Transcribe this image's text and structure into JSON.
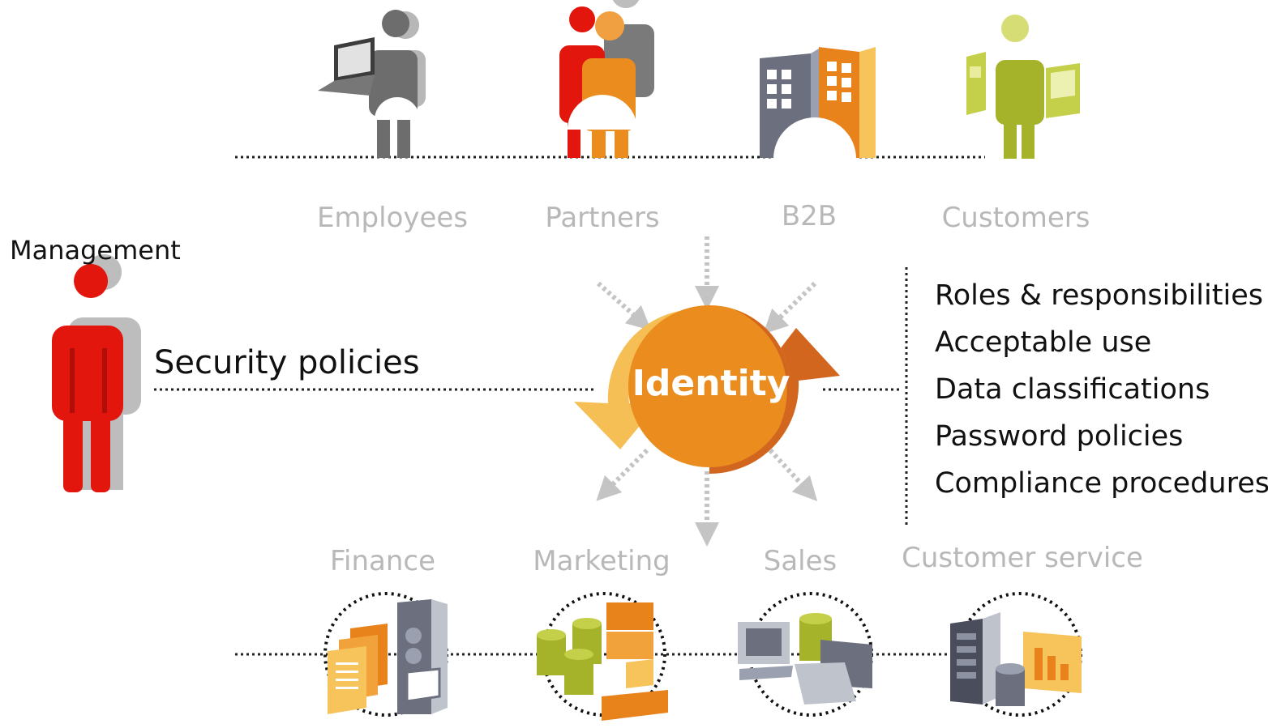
{
  "management_label": "Management",
  "security_policies_label": "Security policies",
  "identity_label": "Identity",
  "user_groups": [
    {
      "label": "Employees",
      "icon": "employee-laptop-icon"
    },
    {
      "label": "Partners",
      "icon": "partners-group-icon"
    },
    {
      "label": "B2B",
      "icon": "b2b-buildings-icon"
    },
    {
      "label": "Customers",
      "icon": "customer-devices-icon"
    }
  ],
  "departments": [
    {
      "label": "Finance",
      "icon": "finance-documents-server-icon"
    },
    {
      "label": "Marketing",
      "icon": "marketing-databases-icon"
    },
    {
      "label": "Sales",
      "icon": "sales-computer-icon"
    },
    {
      "label": "Customer service",
      "icon": "customer-service-server-icon"
    }
  ],
  "policies": [
    "Roles & responsibilities",
    "Acceptable use",
    "Data classifications",
    "Password policies",
    "Compliance procedures"
  ],
  "colors": {
    "management_red": "#e2160c",
    "identity_orange": "#ea8c1e",
    "arrow_dark_orange": "#d2661f",
    "arrow_light_orange": "#f5bf55",
    "label_gray": "#b8b8b8",
    "lime_green": "#a4b32a",
    "slate_gray": "#6b6f7e"
  }
}
